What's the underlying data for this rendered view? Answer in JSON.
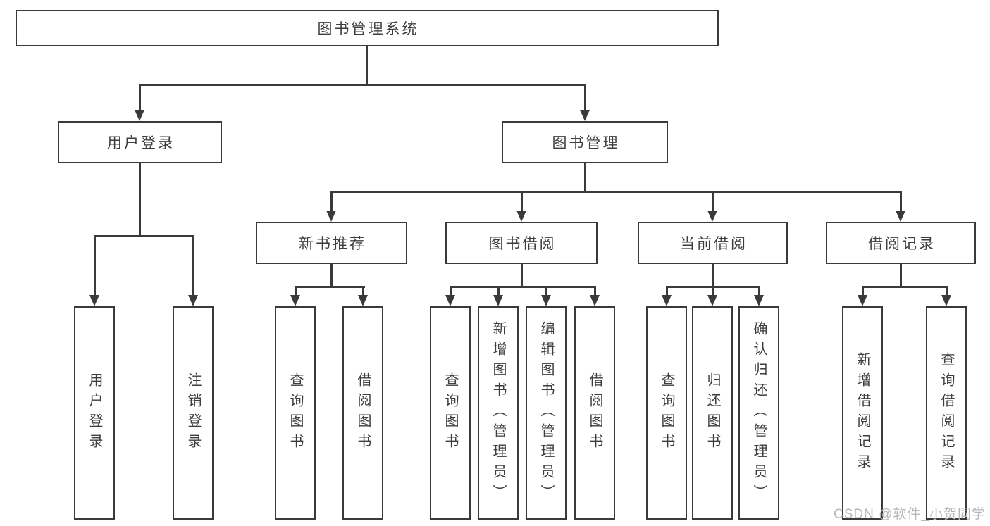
{
  "diagram": {
    "root": {
      "label": "图书管理系统"
    },
    "branches": [
      {
        "label": "用户登录",
        "children": [
          {
            "label": "用户登录"
          },
          {
            "label": "注销登录"
          }
        ]
      },
      {
        "label": "图书管理",
        "children": [
          {
            "label": "新书推荐",
            "children": [
              {
                "label": "查询图书"
              },
              {
                "label": "借阅图书"
              }
            ]
          },
          {
            "label": "图书借阅",
            "children": [
              {
                "label": "查询图书"
              },
              {
                "label": "新增图书（管理员）"
              },
              {
                "label": "编辑图书（管理员）"
              },
              {
                "label": "借阅图书"
              }
            ]
          },
          {
            "label": "当前借阅",
            "children": [
              {
                "label": "查询图书"
              },
              {
                "label": "归还图书"
              },
              {
                "label": "确认归还（管理员）"
              }
            ]
          },
          {
            "label": "借阅记录",
            "children": [
              {
                "label": "新增借阅记录"
              },
              {
                "label": "查询借阅记录"
              }
            ]
          }
        ]
      }
    ]
  },
  "watermark": {
    "text": "CSDN @软件_小贺同学"
  },
  "colors": {
    "line": "#3a3a3a",
    "text": "#3d3d3d",
    "watermark": "#b8b8b8",
    "background": "#ffffff"
  }
}
